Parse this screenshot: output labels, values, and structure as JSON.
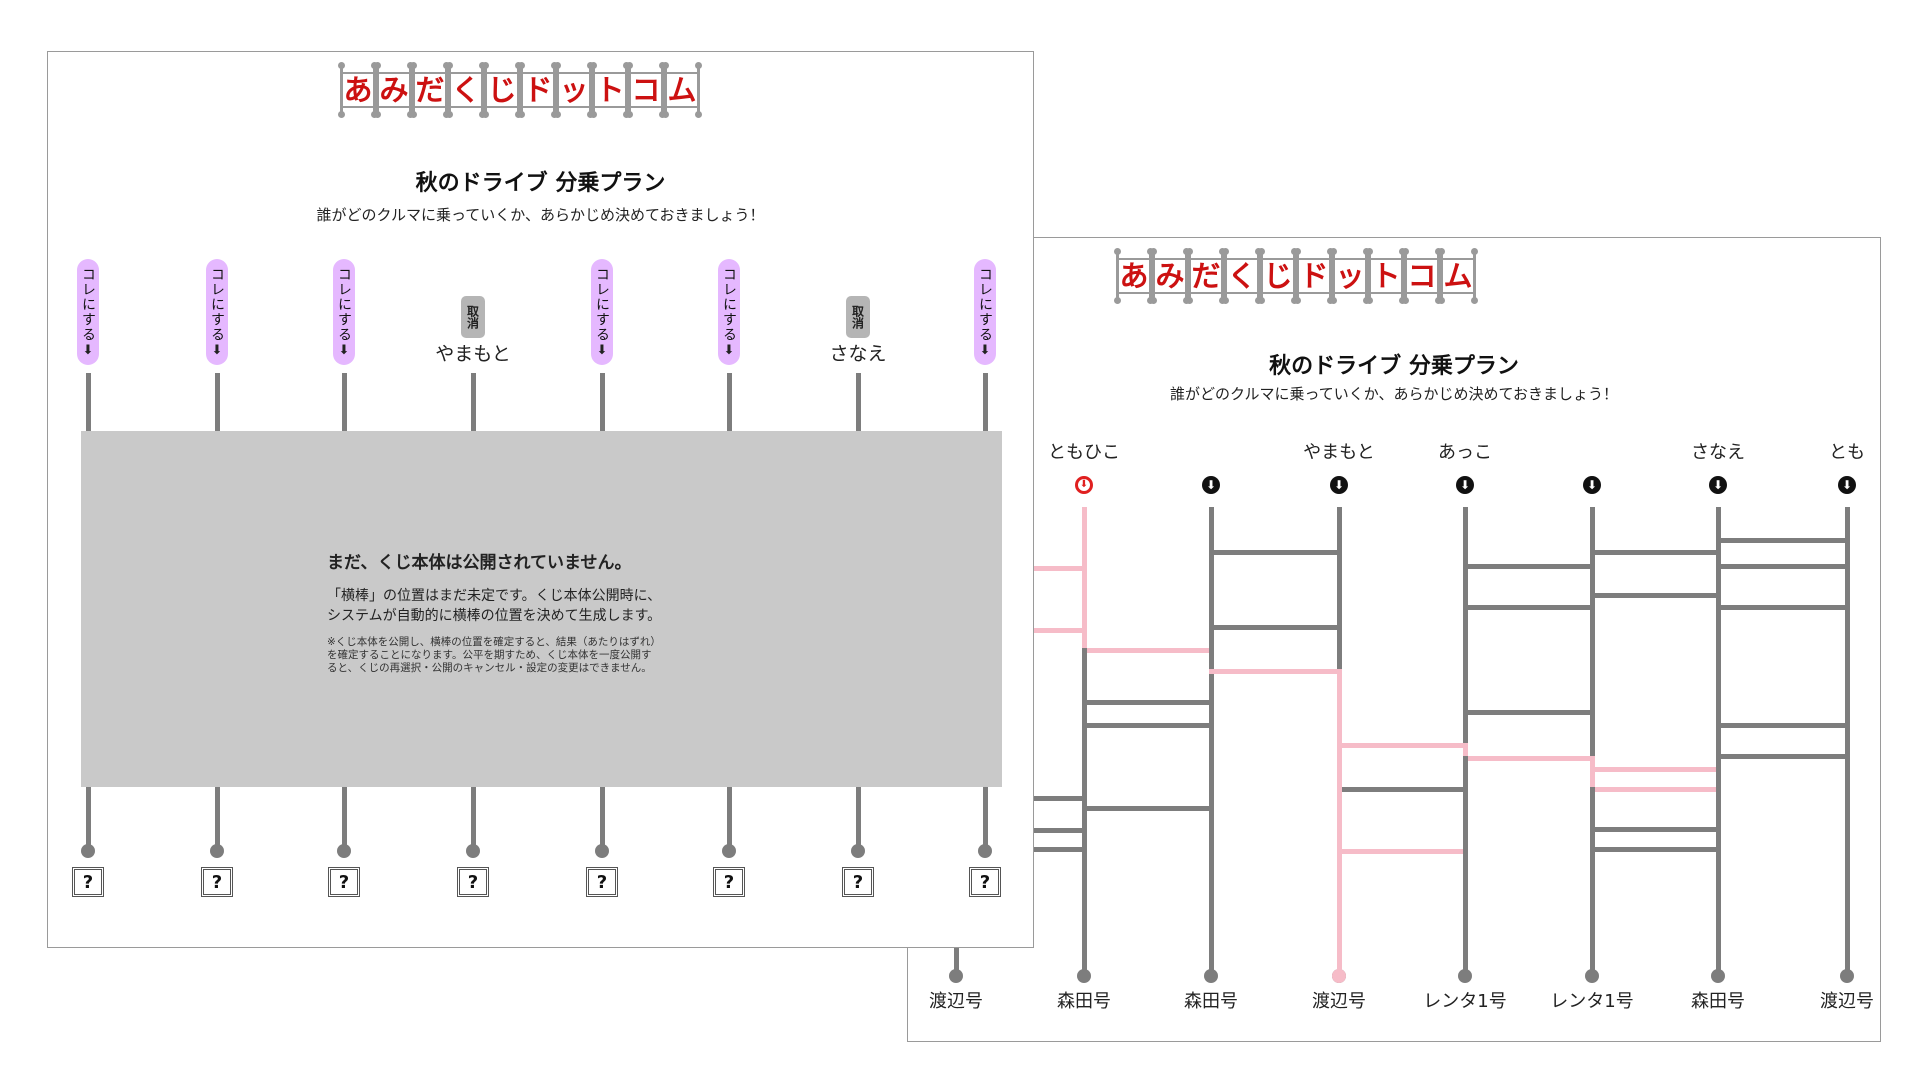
{
  "logo": {
    "chars": [
      "あ",
      "み",
      "だ",
      "く",
      "じ",
      "ド",
      "ッ",
      "ト",
      "コ",
      "ム"
    ]
  },
  "plan": {
    "title": "秋のドライブ 分乗プラン",
    "subtitle": "誰がどのクルマに乗っていくか、あらかじめ決めておきましょう！"
  },
  "front": {
    "slots": [
      {
        "type": "pick",
        "pick_label": "コレにする",
        "arrow": "⬇"
      },
      {
        "type": "pick",
        "pick_label": "コレにする",
        "arrow": "⬇"
      },
      {
        "type": "pick",
        "pick_label": "コレにする",
        "arrow": "⬇"
      },
      {
        "type": "name",
        "cancel_label": "取消",
        "name": "やまもと"
      },
      {
        "type": "pick",
        "pick_label": "コレにする",
        "arrow": "⬇"
      },
      {
        "type": "pick",
        "pick_label": "コレにする",
        "arrow": "⬇"
      },
      {
        "type": "name",
        "cancel_label": "取消",
        "name": "さなえ"
      },
      {
        "type": "pick",
        "pick_label": "コレにする",
        "arrow": "⬇"
      }
    ],
    "board": {
      "headline": "まだ、くじ本体は公開されていません。",
      "body_lines": [
        "「横棒」の位置はまだ未定です。くじ本体公開時に、",
        "システムが自動的に横棒の位置を決めて生成します。"
      ],
      "note_lines": [
        "※くじ本体を公開し、横棒の位置を確定すると、結果（あたりはずれ）",
        "を確定することになります。公平を期すため、くじ本体を一度公開す",
        "ると、くじの再選択・公開のキャンセル・設定の変更はできません。"
      ]
    },
    "hidden_result": "?"
  },
  "back": {
    "names": [
      "ともひこ",
      "",
      "やまもと",
      "あっこ",
      "",
      "さなえ",
      "とも"
    ],
    "arrow_glyph": "⬇",
    "results": [
      "渡辺号",
      "森田号",
      "森田号",
      "渡辺号",
      "レンタ1号",
      "レンタ1号",
      "森田号",
      "渡辺号"
    ]
  },
  "colors": {
    "logo_red": "#cc1111",
    "pick_purple": "#e5b8ff",
    "path_pink": "#f6bcc8",
    "bar_gray": "#7d7d7d",
    "board_gray": "#c9c9c9"
  }
}
